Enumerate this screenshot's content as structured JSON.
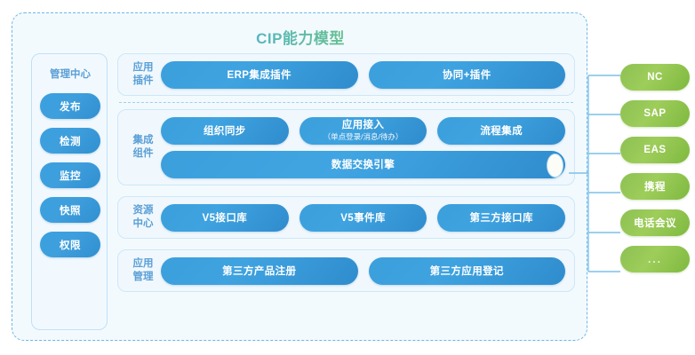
{
  "diagram": {
    "title": "CIP能力模型",
    "title_gradient_from": "#3f9fe0",
    "title_gradient_to": "#8dc63f",
    "accent_blue": "#3b9fdc",
    "accent_green": "#8cc153",
    "border_dashed": "#6cb7e8",
    "panel_bg": "#f0f8fd"
  },
  "management_center": {
    "title": "管理中心",
    "items": [
      {
        "label": "发布"
      },
      {
        "label": "检测"
      },
      {
        "label": "监控"
      },
      {
        "label": "快照"
      },
      {
        "label": "权限"
      }
    ]
  },
  "rows": [
    {
      "label_line1": "应用",
      "label_line2": "插件",
      "pills": [
        {
          "label": "ERP集成插件",
          "sub": ""
        },
        {
          "label": "协同+插件",
          "sub": ""
        }
      ]
    },
    {
      "label_line1": "集成",
      "label_line2": "组件",
      "pills": [
        {
          "label": "组织同步",
          "sub": ""
        },
        {
          "label": "应用接入",
          "sub": "（单点登录/消息/待办）"
        },
        {
          "label": "流程集成",
          "sub": ""
        }
      ],
      "wide_bar": {
        "label": "数据交换引擎"
      }
    },
    {
      "label_line1": "资源",
      "label_line2": "中心",
      "pills": [
        {
          "label": "V5接口库",
          "sub": ""
        },
        {
          "label": "V5事件库",
          "sub": ""
        },
        {
          "label": "第三方接口库",
          "sub": ""
        }
      ]
    },
    {
      "label_line1": "应用",
      "label_line2": "管理",
      "pills": [
        {
          "label": "第三方产品注册",
          "sub": ""
        },
        {
          "label": "第三方应用登记",
          "sub": ""
        }
      ]
    }
  ],
  "external_systems": [
    {
      "label": "NC"
    },
    {
      "label": "SAP"
    },
    {
      "label": "EAS"
    },
    {
      "label": "携程"
    },
    {
      "label": "电话会议"
    },
    {
      "label": "..."
    }
  ]
}
